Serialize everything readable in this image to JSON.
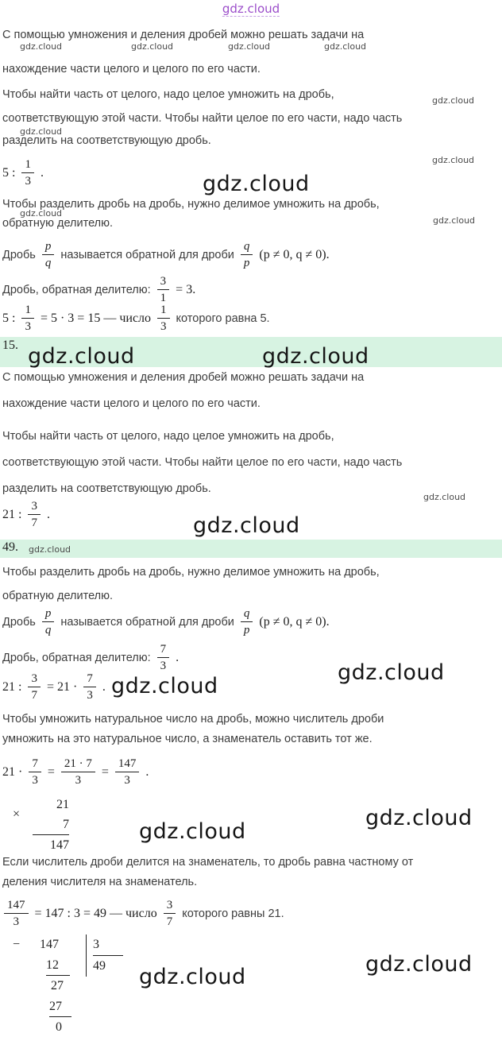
{
  "site": {
    "watermark": "gdz.cloud"
  },
  "colors": {
    "top_watermark": "#9b4dca",
    "body_text": "#3d3d3d",
    "math_text": "#1f1f1f",
    "highlight_green": "#d7f3e2",
    "watermark_small": "#4a4a4a",
    "watermark_large": "#161616"
  },
  "paragraphs": {
    "intro_l1": "С помощью умножения и деления дробей можно решать задачи на",
    "intro_l2": "нахождение части целого и целого по его части.",
    "part_rule_l1": "Чтобы найти часть от целого, надо целое умножить на дробь,",
    "part_rule_l2": "соответствующую этой части. Чтобы найти целое по его части, надо часть",
    "part_rule_l3": "разделить на соответствующую дробь.",
    "divide_rule_l1": "Чтобы разделить дробь на дробь, нужно делимое умножить на дробь,",
    "divide_rule_l2": "обратную делителю.",
    "multiply_rule_l1": "Чтобы умножить натуральное число на дробь, можно числитель дроби",
    "multiply_rule_l2": "умножить на это натуральное число, а знаменатель оставить тот же.",
    "numerator_rule_l1": "Если числитель дроби делится на знаменатель, то дробь равна частному от",
    "numerator_rule_l2": "деления числителя на знаменатель."
  },
  "problem_headers": {
    "p15": "15.",
    "p49": "49."
  },
  "math": {
    "ex1": {
      "pre": "5 :",
      "n1": "1",
      "d1": "3",
      "post": "."
    },
    "inverse_def": {
      "t1": "Дробь",
      "n1": "p",
      "d1": "q",
      "t2": "называется обратной для дроби",
      "n2": "q",
      "d2": "p",
      "t3": "(p ≠ 0, q ≠ 0)."
    },
    "inverse1": {
      "label": "Дробь, обратная делителю:",
      "n1": "3",
      "d1": "1",
      "post": "= 3."
    },
    "solution1": {
      "pre": "5 :",
      "n1": "1",
      "d1": "3",
      "mid": "= 5 · 3 = 15 — число",
      "n2": "1",
      "d2": "3",
      "post": "которого равна 5."
    },
    "ex2": {
      "pre": "21 :",
      "n1": "3",
      "d1": "7",
      "post": "."
    },
    "inverse2": {
      "label": "Дробь, обратная делителю:",
      "n1": "7",
      "d1": "3",
      "post": "."
    },
    "step1": {
      "pre": "21 :",
      "n1": "3",
      "d1": "7",
      "mid": "= 21 ·",
      "n2": "7",
      "d2": "3",
      "post": "."
    },
    "step2": {
      "pre": "21 ·",
      "n1": "7",
      "d1": "3",
      "eq1": "=",
      "n2": "21 · 7",
      "d2": "3",
      "eq2": "=",
      "n3": "147",
      "d3": "3",
      "post": "."
    },
    "solution2": {
      "n1": "147",
      "d1": "3",
      "mid": "= 147 : 3 = 49 — число",
      "n2": "3",
      "d2": "7",
      "post": "которого равны 21."
    },
    "long_mult": {
      "sign": "×",
      "row1": "21",
      "row2": "7",
      "result": "147"
    },
    "long_div": {
      "sign": "−",
      "dividend": "147",
      "sub1": "12",
      "rem1": "27",
      "sub2": "27",
      "rem2": "0",
      "divisor": "3",
      "quotient": "49"
    }
  }
}
